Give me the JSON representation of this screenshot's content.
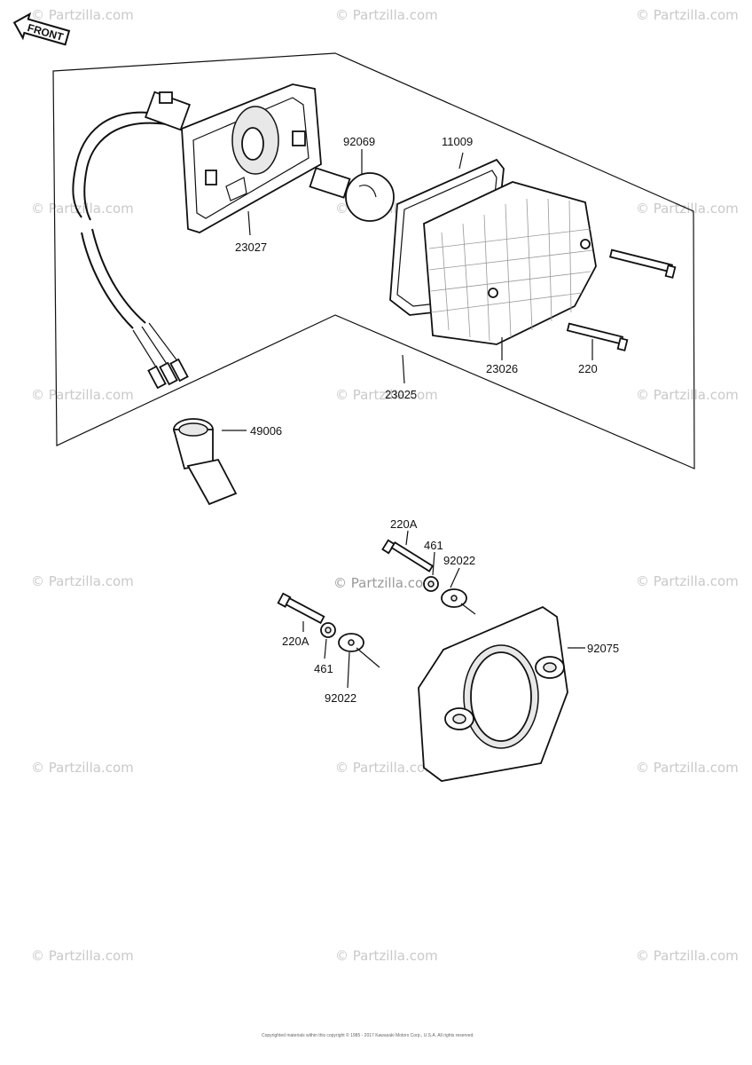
{
  "front_label": "FRONT",
  "watermark": "© Partzilla.com",
  "watermark_center": "© Partzilla.com",
  "copyright": "Copyrighted materials within this copyright © 1985 - 2017 Kawasaki Motors Corp., U.S.A. All rights reserved.",
  "callouts": {
    "c23027": "23027",
    "c92069": "92069",
    "c11009": "11009",
    "c23026": "23026",
    "c220": "220",
    "c23025": "23025",
    "c49006": "49006",
    "c220a_top": "220A",
    "c461_top": "461",
    "c92022_top": "92022",
    "c92075": "92075",
    "c220a_left": "220A",
    "c461_left": "461",
    "c92022_left": "92022"
  }
}
